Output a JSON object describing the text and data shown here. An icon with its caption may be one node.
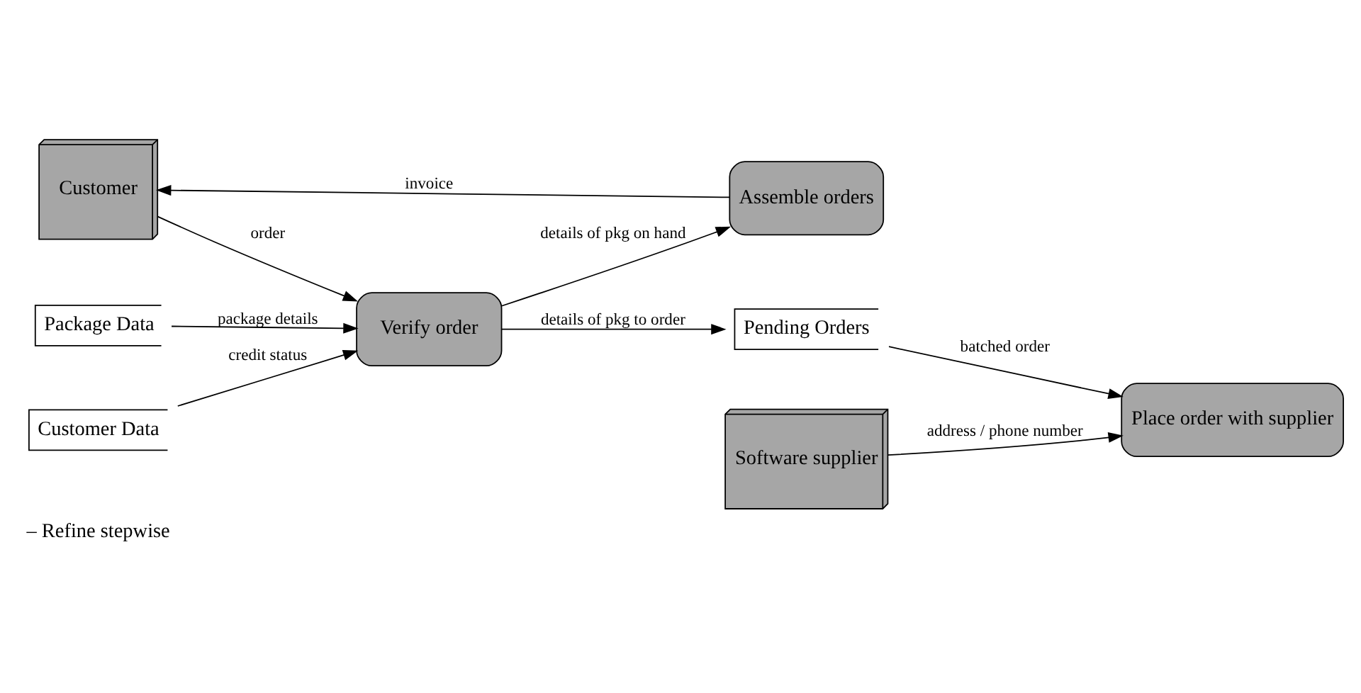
{
  "diagram": {
    "nodes": [
      {
        "text": [
          "Customer"
        ]
      },
      {
        "text": [
          "Package Data"
        ]
      },
      {
        "text": [
          "Verify order"
        ]
      },
      {
        "text": [
          "Customer Data"
        ]
      },
      {
        "text": [
          "Assemble orders"
        ]
      },
      {
        "text": [
          "Pending Orders"
        ]
      },
      {
        "text": [
          "Software supplier"
        ]
      },
      {
        "text": [
          "Place order with supplier"
        ]
      }
    ],
    "edges": [
      {
        "from": 0,
        "to": 2,
        "arrow": "to",
        "label": "order"
      },
      {
        "from": 1,
        "to": 2,
        "arrow": "to",
        "label": "package details"
      },
      {
        "from": 3,
        "to": 2,
        "arrow": "to",
        "label": "credit status"
      },
      {
        "from": 2,
        "to": 5,
        "arrow": "to",
        "label": "details of pkg to order"
      },
      {
        "from": 2,
        "to": 4,
        "arrow": "to",
        "label": "details of pkg on hand"
      },
      {
        "from": 4,
        "to": 0,
        "arrow": "to",
        "label": "invoice"
      },
      {
        "from": 6,
        "to": 7,
        "arrow": "to",
        "label": "address / phone number"
      },
      {
        "from": 5,
        "to": 7,
        "arrow": "to",
        "label": "batched order"
      }
    ],
    "labels": [
      "– Refine stepwise"
    ]
  }
}
